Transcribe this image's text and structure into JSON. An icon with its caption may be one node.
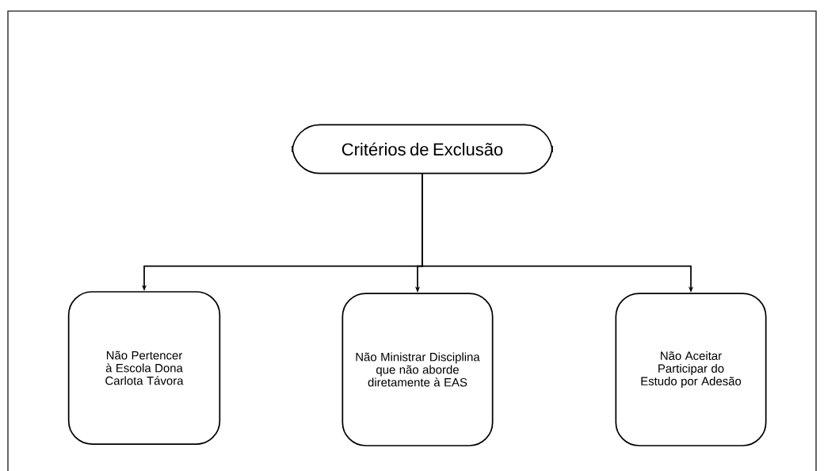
{
  "diagram": {
    "nodes": [
      {
        "text": [
          "Critérios de Exclusão"
        ]
      },
      {
        "text": [
          "Não Pertencer à Escola Dona Carlota Távora"
        ]
      },
      {
        "text": [
          "Não Ministrar Disciplina que não aborde diretamente à EAS"
        ]
      },
      {
        "text": [
          "Não Aceitar Participar do Estudo por Adesão"
        ]
      }
    ],
    "edges": [
      {
        "from": 0,
        "to": 1,
        "arrow": "to"
      },
      {
        "from": 0,
        "to": 2,
        "arrow": "to"
      },
      {
        "from": 0,
        "to": 3,
        "arrow": "to"
      }
    ]
  }
}
